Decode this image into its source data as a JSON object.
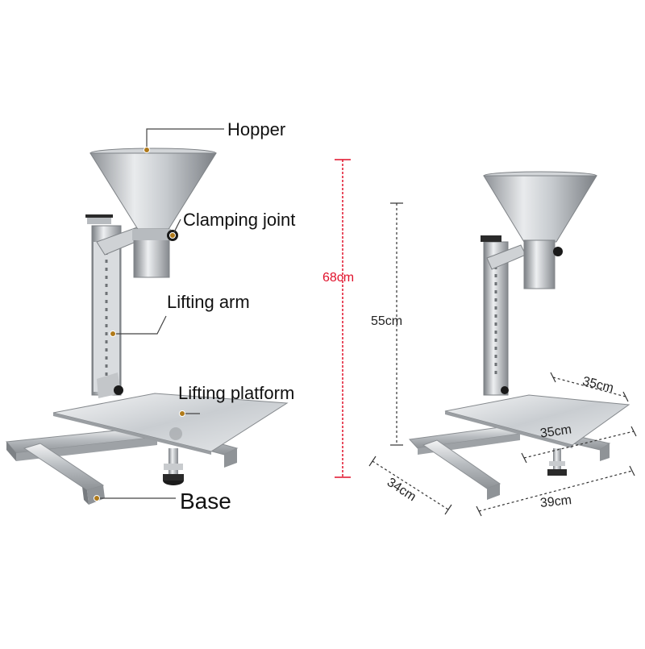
{
  "labels": {
    "hopper": "Hopper",
    "clamping_joint": "Clamping joint",
    "lifting_arm": "Lifting arm",
    "lifting_platform": "Lifting platform",
    "base": "Base"
  },
  "dimensions": {
    "total_height": "68cm",
    "arm_height": "55cm",
    "platform_depth": "35cm",
    "platform_width": "35cm",
    "base_depth": "34cm",
    "base_width": "39cm"
  },
  "colors": {
    "steel_light": "#eceef0",
    "steel_mid": "#b9bdc1",
    "steel_dark": "#6f7478",
    "knob": "#1a1a1a",
    "red_dimension": "#e0102a",
    "leader": "#444444",
    "dot": "#b07a1a"
  }
}
